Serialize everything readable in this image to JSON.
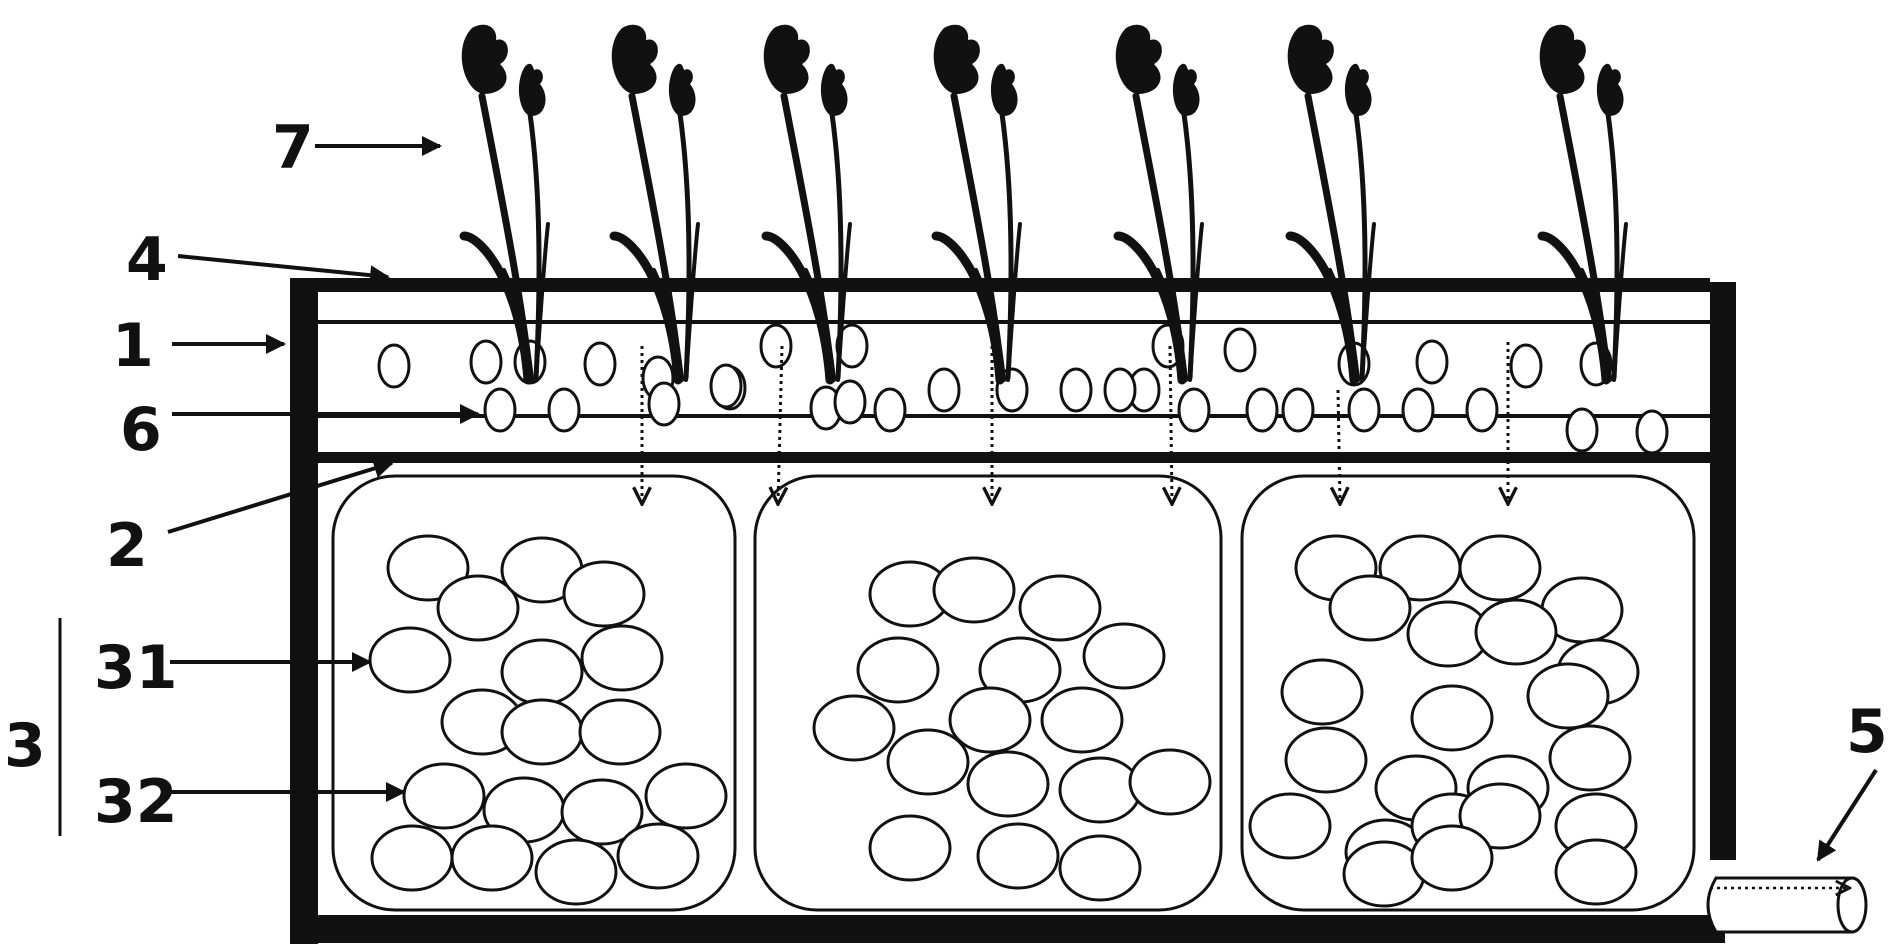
{
  "labels": {
    "l7": "7",
    "l4": "4",
    "l1": "1",
    "l6": "6",
    "l2": "2",
    "l3": "3",
    "l31": "31",
    "l32": "32",
    "l5": "5"
  },
  "colors": {
    "stroke": "#111111",
    "background": "#ffffff"
  },
  "icons": {
    "plant": "plant-icon",
    "flow_arrow": "dotted-flow-arrow-icon"
  }
}
